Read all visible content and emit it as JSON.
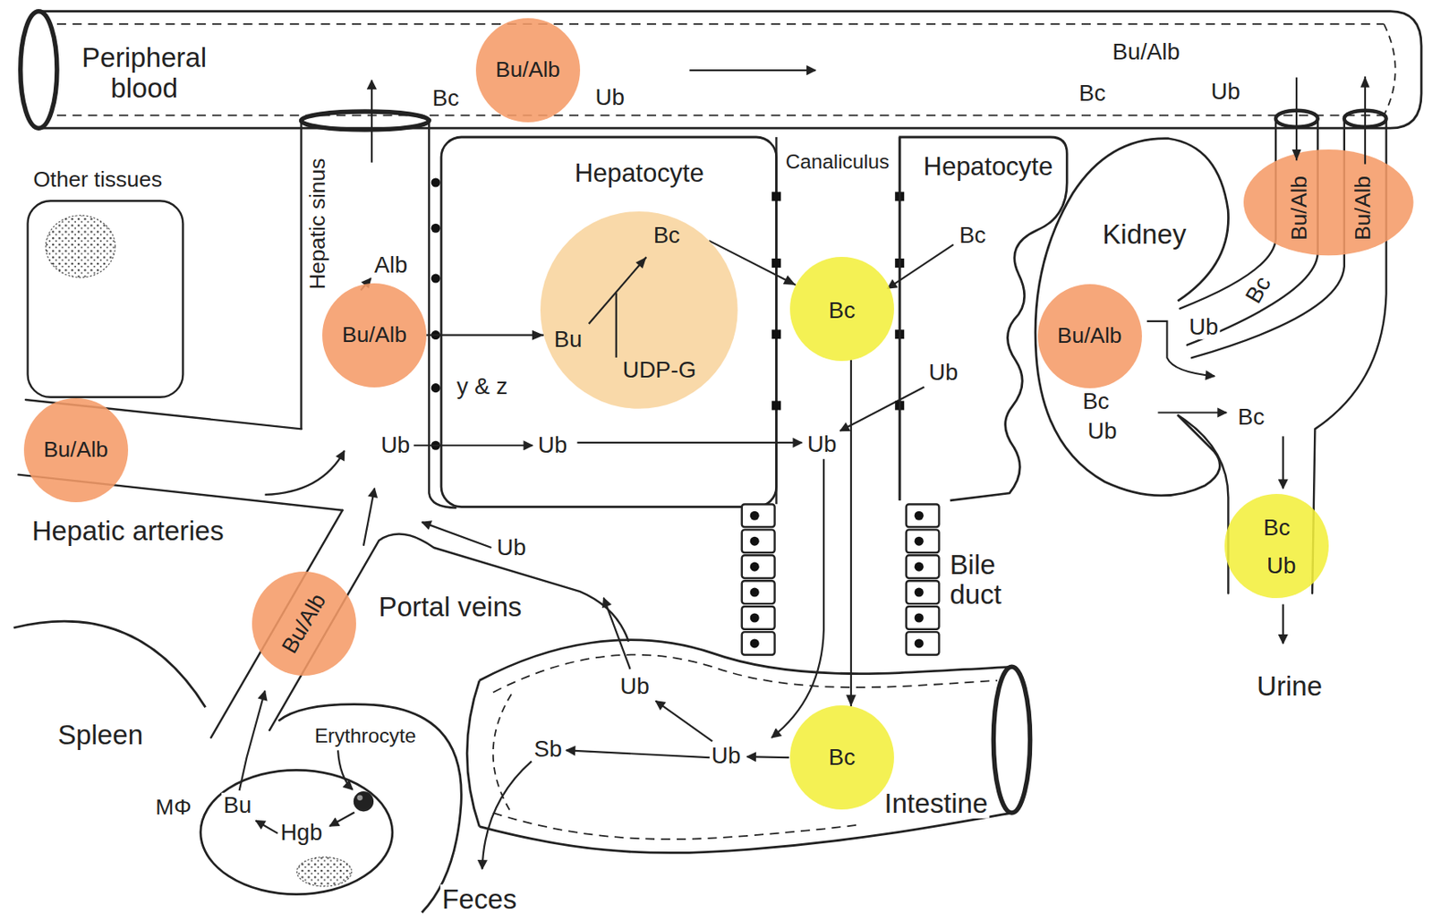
{
  "diagram": {
    "nodes": [
      {
        "text": [
          "Peripheral blood"
        ]
      },
      {
        "text": [
          "Bu/Alb"
        ],
        "in": 0
      },
      {
        "text": [
          "Hepatic sinus"
        ]
      },
      {
        "text": [
          "Bu/Alb"
        ],
        "in": 2
      },
      {
        "text": [
          "Hepatocyte"
        ]
      },
      {
        "text": [
          "Bc",
          "Bu",
          "UDP-G"
        ],
        "in": 4
      },
      {
        "text": [
          "Canaliculus"
        ]
      },
      {
        "text": [
          "Bc"
        ],
        "in": 6
      },
      {
        "text": [
          "Hepatocyte"
        ]
      },
      {
        "text": [
          "Bu/Alb",
          "Bu/Alb"
        ]
      },
      {
        "text": [
          "Other tissues"
        ]
      },
      {
        "text": [
          "Kidney"
        ]
      },
      {
        "text": [
          "Bu/Alb"
        ],
        "in": 11
      },
      {
        "text": [
          "Bu/Alb"
        ]
      },
      {
        "text": [
          "Bc",
          "Ub"
        ]
      },
      {
        "text": [
          "Bu/Alb"
        ]
      },
      {
        "text": [
          "Bile duct"
        ]
      },
      {
        "text": [
          "Spleen"
        ]
      },
      {
        "text": [
          "MΦ"
        ],
        "in": 17
      },
      {
        "text": [
          "Intestine"
        ]
      },
      {
        "text": [
          "Bc"
        ],
        "in": 19
      }
    ],
    "edges": [
      {
        "from": 3,
        "to": 5,
        "arrow": "to"
      },
      {
        "from": 5,
        "to": 7,
        "arrow": "to"
      },
      {
        "from": 7,
        "to": 20,
        "arrow": "to"
      }
    ],
    "labels": [
      "Bc",
      "Ub",
      "Bu/Alb",
      "Bc",
      "Ub",
      "Alb",
      "Bc",
      "y & z",
      "Ub",
      "Ub",
      "Ub",
      "Ub",
      "Ub",
      "Bc",
      "Bc",
      "Ub",
      "Bc",
      "Hepatic arteries",
      "Ub",
      "Portal veins",
      "Ub",
      "Urine",
      "Erythrocyte",
      "Sb",
      "Ub",
      "Bu",
      "Hgb",
      "Feces"
    ]
  }
}
